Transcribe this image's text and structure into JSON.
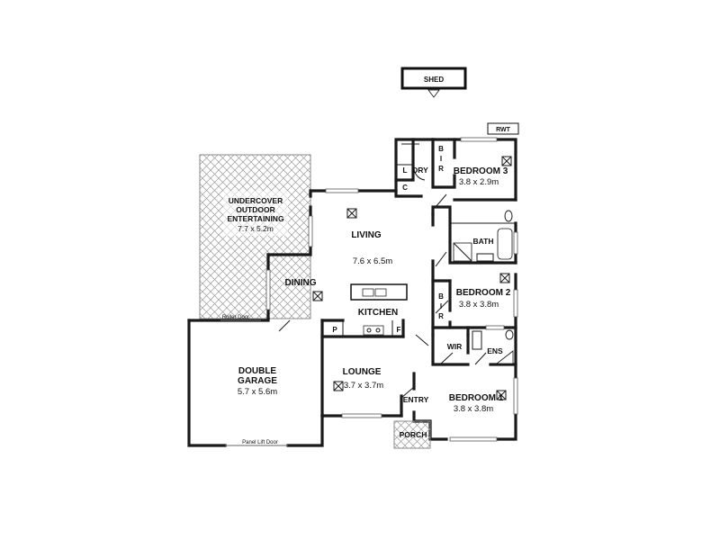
{
  "plan": {
    "shed": "SHED",
    "rwt": "RWT",
    "roller_door": "Roller Door",
    "panel_lift_door": "Panel Lift Door",
    "rooms": {
      "undercover": {
        "l1": "UNDERCOVER",
        "l2": "OUTDOOR",
        "l3": "ENTERTAINING",
        "dim": "7.7 x 5.2m"
      },
      "living": {
        "name": "LIVING",
        "dim": "7.6 x 6.5m"
      },
      "dining": {
        "name": "DINING"
      },
      "kitchen": {
        "name": "KITCHEN",
        "pantry": "P",
        "fridge": "F"
      },
      "garage": {
        "l1": "DOUBLE",
        "l2": "GARAGE",
        "dim": "5.7 x 5.6m"
      },
      "lounge": {
        "name": "LOUNGE",
        "dim": "3.7 x 3.7m"
      },
      "entry": {
        "name": "ENTRY"
      },
      "porch": {
        "name": "PORCH"
      },
      "bedroom1": {
        "name": "BEDROOM 1",
        "dim": "3.8 x 3.8m"
      },
      "bedroom2": {
        "name": "BEDROOM 2",
        "dim": "3.8 x 3.8m"
      },
      "bedroom3": {
        "name": "BEDROOM 3",
        "dim": "3.8 x 2.9m"
      },
      "bath": {
        "name": "BATH"
      },
      "ens": {
        "name": "ENS"
      },
      "wir": {
        "name": "WIR"
      },
      "laundry": {
        "name": "L",
        "dry": "DRY",
        "cupboard": "C"
      },
      "bir": {
        "b": "B",
        "i": "I",
        "r": "R"
      }
    }
  }
}
